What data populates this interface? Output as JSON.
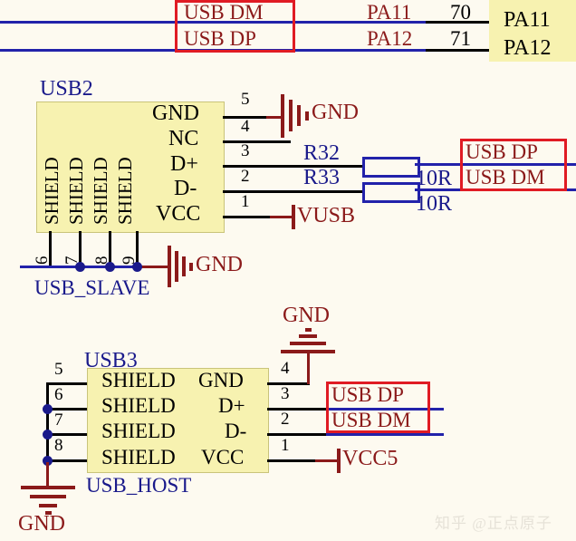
{
  "sheet": {
    "background_color": "#fdfaf0",
    "wire_blue": "#2222aa",
    "wire_black": "#000000",
    "wire_red": "#8b1a1a",
    "net_label_color": "#8b1a1a",
    "designator_color": "#1a1a8b",
    "component_fill": "#f7f2b0",
    "highlight_box_color": "#e01b24"
  },
  "top_section": {
    "net_dm": "USB  DM",
    "net_dp": "USB  DP",
    "mcu_pin_name_1": "PA11",
    "mcu_pin_num_1": "70",
    "mcu_pin_name_2": "PA12",
    "mcu_pin_num_2": "71",
    "mcu_block_label_1": "PA11",
    "mcu_block_label_2": "PA12"
  },
  "usb2": {
    "designator": "USB2",
    "footprint_label": "USB_SLAVE",
    "left_pin_names": [
      "SHIELD",
      "SHIELD",
      "SHIELD",
      "SHIELD"
    ],
    "left_pin_numbers": [
      "6",
      "7",
      "8",
      "9"
    ],
    "right_pins": [
      {
        "num": "5",
        "name": "GND",
        "net": "GND"
      },
      {
        "num": "4",
        "name": "NC",
        "net": ""
      },
      {
        "num": "3",
        "name": "D+",
        "net": "USB  DP"
      },
      {
        "num": "2",
        "name": "D-",
        "net": "USB  DM"
      },
      {
        "num": "1",
        "name": "VCC",
        "net": "VUSB"
      }
    ],
    "shield_net": "GND",
    "resistors": [
      {
        "designator": "R32",
        "value": "10R"
      },
      {
        "designator": "R33",
        "value": "10R"
      }
    ],
    "net_dp": "USB  DP",
    "net_dm": "USB  DM"
  },
  "usb3": {
    "designator": "USB3",
    "footprint_label": "USB_HOST",
    "left_pin_names": [
      "SHIELD",
      "SHIELD",
      "SHIELD",
      "SHIELD"
    ],
    "left_pin_numbers": [
      "5",
      "6",
      "7",
      "8"
    ],
    "right_pin_names": [
      "GND",
      "D+",
      "D-",
      "VCC"
    ],
    "right_pin_numbers": [
      "4",
      "3",
      "2",
      "1"
    ],
    "gnd_top_label": "GND",
    "gnd_shield_label": "GND",
    "net_dp": "USB  DP",
    "net_dm": "USB  DM",
    "net_vcc": "VCC5"
  },
  "watermark": {
    "text": "知乎 @正点原子"
  }
}
